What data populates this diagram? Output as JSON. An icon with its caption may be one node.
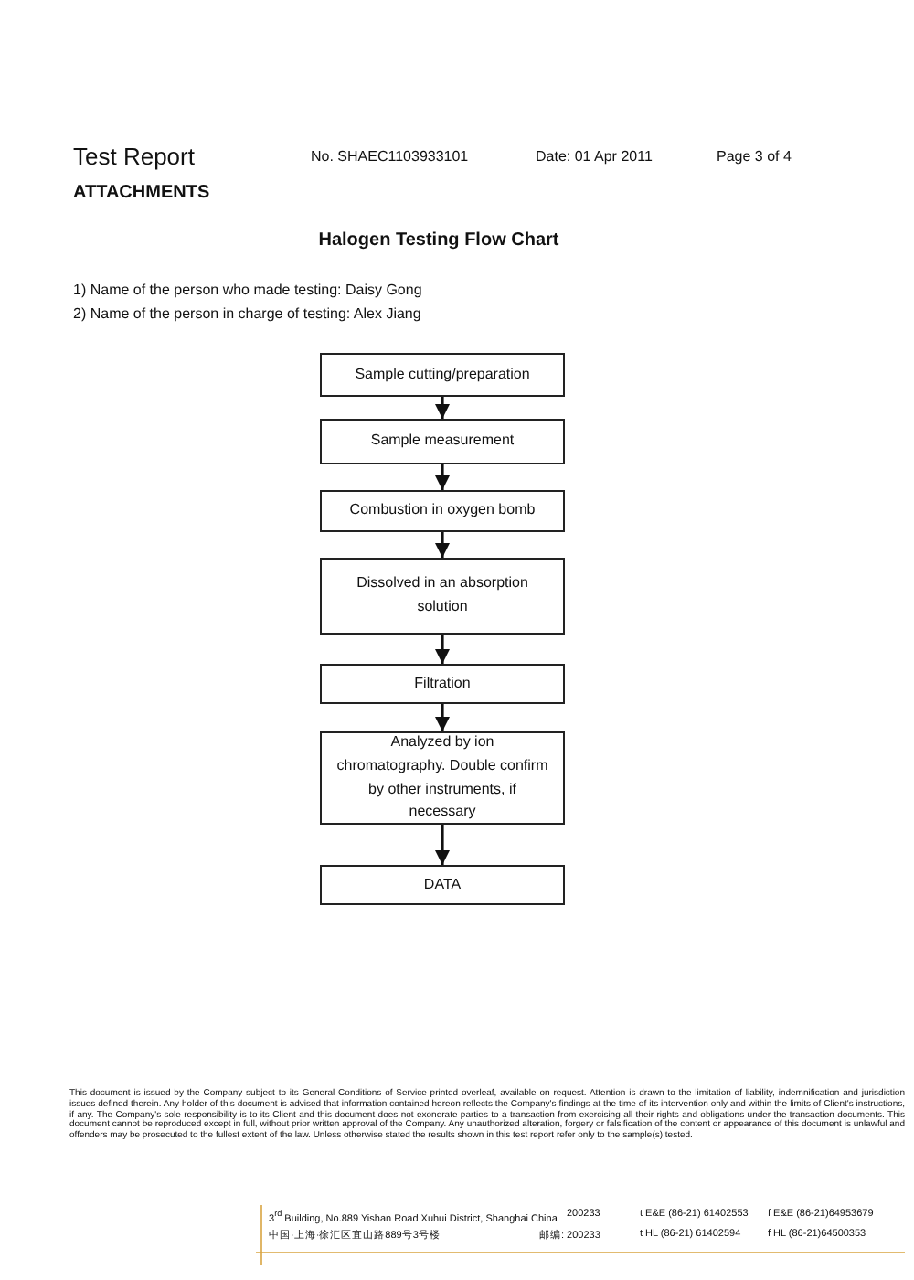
{
  "diagram": {
    "title": "Halogen Testing Flow Chart",
    "nodes": [
      {
        "text": [
          "Sample cutting/preparation"
        ]
      },
      {
        "text": [
          "Sample measurement"
        ]
      },
      {
        "text": [
          "Combustion in oxygen bomb"
        ]
      },
      {
        "text": [
          "Dissolved in an absorption solution"
        ]
      },
      {
        "text": [
          "Filtration"
        ]
      },
      {
        "text": [
          "Analyzed by ion chromatography. Double confirm by other instruments, if necessary"
        ]
      },
      {
        "text": [
          "DATA"
        ]
      }
    ],
    "edges": [
      {
        "from": 0,
        "to": 1,
        "arrow": "to"
      },
      {
        "from": 1,
        "to": 2,
        "arrow": "to"
      },
      {
        "from": 2,
        "to": 3,
        "arrow": "to"
      },
      {
        "from": 3,
        "to": 4,
        "arrow": "to"
      },
      {
        "from": 4,
        "to": 5,
        "arrow": "to"
      },
      {
        "from": 5,
        "to": 6,
        "arrow": "to"
      }
    ],
    "labels": [
      "Test Report",
      "No. SHAEC1103933101",
      "Date: 01 Apr 2011",
      "Page 3 of 4",
      "ATTACHMENTS",
      "1) Name of the person who made testing: Daisy Gong",
      "2) Name of the person in charge of testing: Alex Jiang",
      "This document is issued by the Company subject to its General Conditions of Service printed overleaf, available on request. Attention is drawn to the limitation of liability, indemnification and jurisdiction issues defined therein. Any holder of this document is advised that information contained hereon reflects the Company's findings at the time of its intervention only and within the limits of Client's instructions, if any. The Company's sole responsibility is to its Client and this document does not exonerate parties to a transaction from exercising all their rights and obligations under the transaction documents. This document cannot be reproduced except in full, without prior written approval of the Company. Any unauthorized alteration, forgery or falsification of the content or appearance of this document is unlawful and offenders may be prosecuted to the fullest extent of the law. Unless otherwise stated the results shown in this test report refer only to the sample(s) tested.",
      "3$^{rd}$ Building, No.889 Yishan Road Xuhui District, Shanghai China",
      "200233",
      "t E&E (86-21) 61402553",
      "f E&E (86-21)64953679",
      "中国·上海·徐汇区宜山路889号3号楼",
      "邮编: 200233",
      "t HL (86-21) 61402594",
      "f HL (86-21)64500353"
    ]
  }
}
